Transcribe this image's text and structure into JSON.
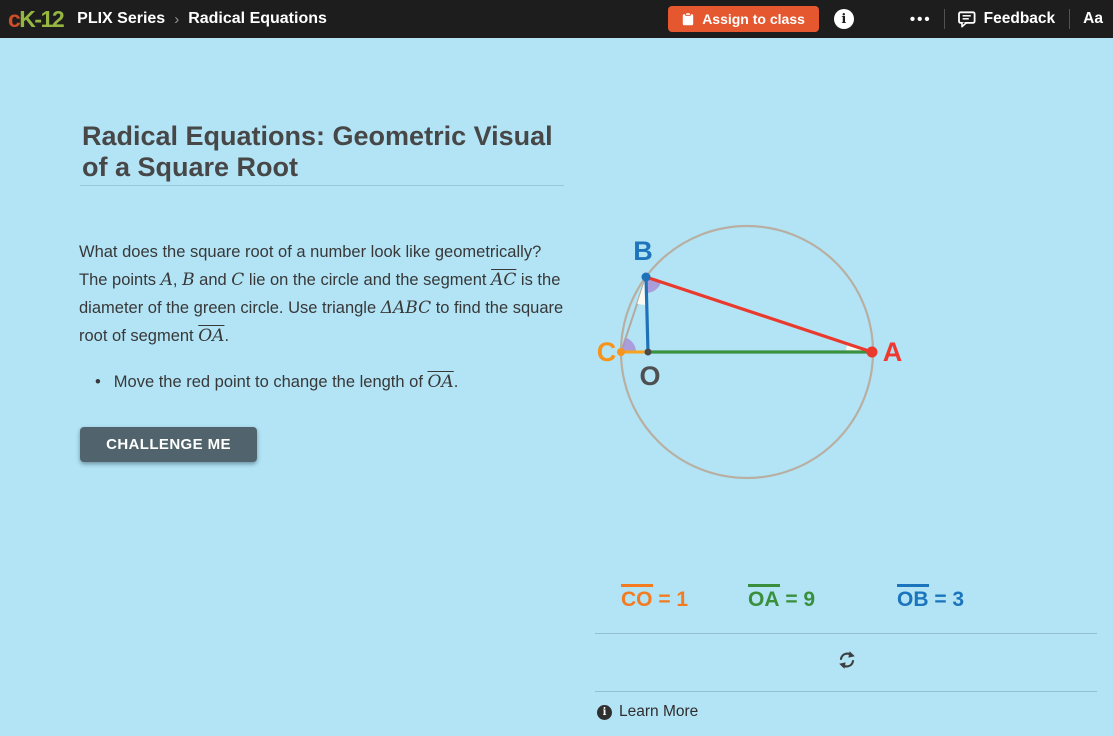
{
  "header": {
    "logo_c": "c",
    "logo_k12": "K-12",
    "breadcrumb_section": "PLIX Series",
    "breadcrumb_separator": "›",
    "breadcrumb_page": "Radical Equations",
    "assign_button_label": "Assign to class",
    "overflow_dots": "•••",
    "feedback_label": "Feedback",
    "text_size_label": "Aa"
  },
  "icons": {
    "info_glyph": "i",
    "bullet_glyph": "•"
  },
  "lesson": {
    "title_line1": "Radical Equations: Geometric Visual",
    "title_line2": "of a Square Root",
    "paragraph_segments": [
      "What does the square root of a number look like geometrically? The points ",
      "A",
      ", ",
      "B",
      " and ",
      "C",
      " lie on the circle and the segment ",
      "AC",
      " is the diameter of the green circle. Use triangle ",
      "ΔABC",
      " to find the square root of segment ",
      "OA",
      "."
    ],
    "bullet_segments": [
      "Move the red point to change the length of ",
      "OA",
      "."
    ],
    "challenge_button_label": "CHALLENGE ME"
  },
  "figure": {
    "point_labels": {
      "a": "A",
      "b": "B",
      "c": "C",
      "o": "O"
    },
    "colors": {
      "circle_stroke": "#b8afa2",
      "chord_cb": "#b3aa9d",
      "segment_co": "#f9a21d",
      "segment_oa": "#3a9140",
      "segment_ob": "#1f72b8",
      "segment_ba": "#ea392d",
      "point_a": "#ef392f",
      "point_b": "#1f75bc",
      "point_c": "#f7941d",
      "point_o": "#4f4f4f",
      "angle_purple": "#a78bd4",
      "angle_white": "#fdfbf0"
    },
    "measurements": [
      {
        "segment": "CO",
        "rest": " = 1",
        "value": 1,
        "color": "#f47b20"
      },
      {
        "segment": "OA",
        "rest": " = 9",
        "value": 9,
        "color": "#398f3c"
      },
      {
        "segment": "OB",
        "rest": " = 3",
        "value": 3,
        "color": "#1b75bc"
      }
    ]
  },
  "footer": {
    "learn_more_label": "Learn More"
  },
  "colors": {
    "page_background": "#b2e4f6",
    "header_background": "#1d1d1d",
    "assign_button": "#e4572f",
    "challenge_button": "#51646e",
    "logo_c": "#cf4e28",
    "logo_k12": "#95b73f"
  }
}
